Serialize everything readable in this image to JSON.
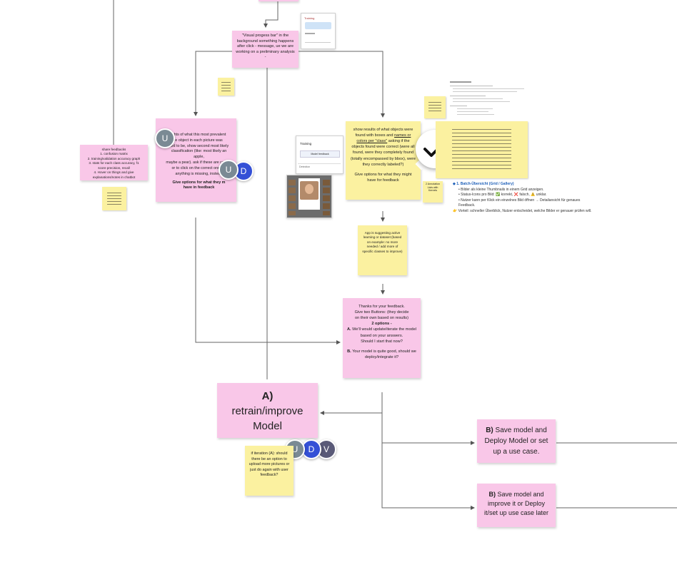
{
  "notes": {
    "progress_bar": "\"Visual progess bar\" in the background something happens after click - message, ue we are working on a preliminary analysis -",
    "results_upper_part1": "ghts of what this most prevalent",
    "results_upper_lines": [
      "e object in each picture was",
      "ked to be, show second most likely",
      "classification (like: most likely an apple,",
      "maybe a pear). ask if these are correct",
      "or to click on the correct ones, if",
      "anything is missing, instead"
    ],
    "results_upper_bold": "Give options for what they m",
    "results_upper_bold2": "have in feedback",
    "left_feedback_lines": [
      "share feedbacks",
      "1. confusion matrix",
      "2. training/validation accuracy graph",
      "3. stats for each class accuracy, f1",
      "score precision, recall",
      "4. Hover on things and give",
      "explanations/notes in chatbot"
    ],
    "objects_found_prefix": "show results of what objects were found with boxes and",
    "objects_found_names": "names or colors per \"class\"",
    "objects_found_middle": "asking if the objects found were correct (were all found, were they completely found (totally encompassed by bbox), were they correctly labeled?)",
    "objects_found_suffix": "Give options for what they might have for feedback",
    "app_suggestion": "App is suggesting active learning or dataset (based on example: no more needed / add more of specific classes to improve)",
    "small_note": "2 Annotation Lists with Kernels",
    "thanks_lines": [
      "Thanks for your feedback.",
      "Give two Buttons: (they decide",
      "on their own based on results)"
    ],
    "two_options": "2 options -",
    "option_a_label": "A.",
    "option_a_text": "We'll would update/iterate the model based on your answers.",
    "option_a_q": "Should I start that now?",
    "option_b_label": "B.",
    "option_b_text": "Your model is quite good, should we deploy/integrate it?",
    "retrain_label": "A)",
    "retrain_text": "retrain/improve Model",
    "if_iteration_label": "if iteration (A):",
    "if_iteration_text": "should there be an option to upload more pictures or just do again with user feedback?",
    "save_deploy_label": "B)",
    "save_deploy_text": "Save model and Deploy Model or set up a use case.",
    "save_improve_label": "B)",
    "save_improve_text": "Save model and improve it or Deploy it/set up use case later"
  },
  "screens": {
    "training_label": "Training",
    "chat_title": "Training",
    "chat_button": "Model feedback",
    "chat_input": "Detection"
  },
  "doc": {
    "heading": "1. Batch-Übersicht (Grid / Gallery)",
    "bullet1": "Bilder als kleine Thumbnails in einem Grid anzeigen.",
    "bullet2": "Status-Icons pro Bild: ✅ korrekt, ❌ falsch, ⚠️ unklar.",
    "bullet3": "Nutzer kann per Klick ein einzelnes Bild öffnen → Detailansicht für genaues Feedback.",
    "note": "Vorteil: schneller Überblick, Nutzer entscheidet, welche Bilder er genauer prüfen will."
  },
  "avatars": {
    "u": "U",
    "d": "D",
    "v": "V"
  },
  "colors": {
    "pink": "#f9c7e8",
    "yellow": "#fbf1a0",
    "avatar_u": "#7a8a94",
    "avatar_d": "#3450d6",
    "avatar_v": "#5a5a78",
    "connector": "#555555"
  }
}
